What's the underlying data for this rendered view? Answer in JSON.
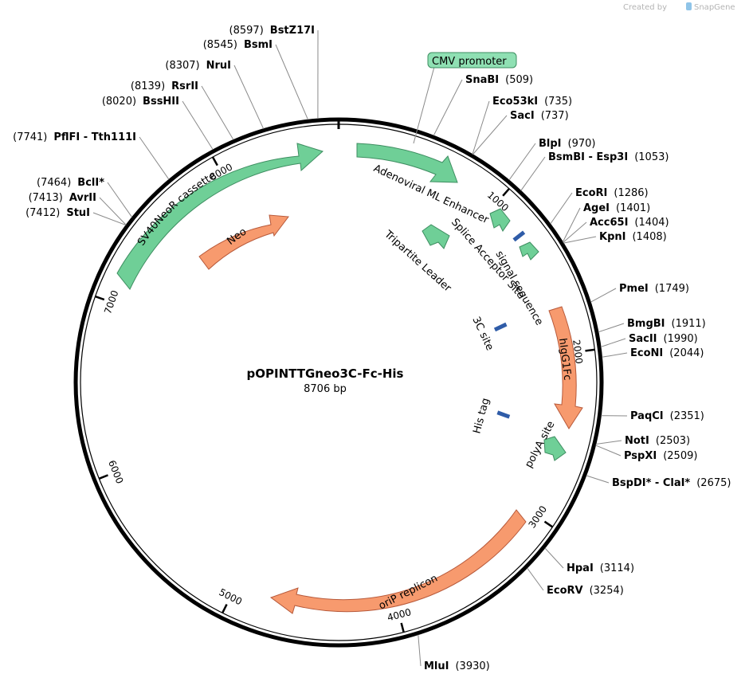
{
  "plasmid": {
    "name": "pOPINTTGneo3C-Fc-His",
    "length_label": "8706 bp",
    "length": 8706
  },
  "credit": {
    "prefix": "Created by",
    "brand": "SnapGene"
  },
  "colors": {
    "backbone": "#000000",
    "green_feature": "#6fcf97",
    "green_stroke": "#3e8e61",
    "orange_feature": "#f79a6e",
    "orange_stroke": "#b7593a",
    "blue_feature": "#2f5ca8",
    "label_line": "#8a8a8a"
  },
  "ticks": [
    {
      "pos": 1000,
      "label": "1000"
    },
    {
      "pos": 2000,
      "label": "2000"
    },
    {
      "pos": 3000,
      "label": "3000"
    },
    {
      "pos": 4000,
      "label": "4000"
    },
    {
      "pos": 5000,
      "label": "5000"
    },
    {
      "pos": 6000,
      "label": "6000"
    },
    {
      "pos": 7000,
      "label": "7000"
    },
    {
      "pos": 8000,
      "label": "8000"
    }
  ],
  "sites": [
    {
      "name": "BstZ17I",
      "pos_label": "(8597)",
      "pos": 8597,
      "side": "left"
    },
    {
      "name": "BsmI",
      "pos_label": "(8545)",
      "pos": 8545,
      "side": "left"
    },
    {
      "name": "NruI",
      "pos_label": "(8307)",
      "pos": 8307,
      "side": "left"
    },
    {
      "name": "RsrII",
      "pos_label": "(8139)",
      "pos": 8139,
      "side": "left"
    },
    {
      "name": "BssHII",
      "pos_label": "(8020)",
      "pos": 8020,
      "side": "left"
    },
    {
      "name": "PflFI - Tth111I",
      "pos_label": "(7741)",
      "pos": 7741,
      "side": "left"
    },
    {
      "name": "BclI*",
      "pos_label": "(7464)",
      "pos": 7464,
      "side": "left"
    },
    {
      "name": "AvrII",
      "pos_label": "(7413)",
      "pos": 7413,
      "side": "left"
    },
    {
      "name": "StuI",
      "pos_label": "(7412)",
      "pos": 7412,
      "side": "left"
    },
    {
      "name": "SnaBI",
      "pos_label": "(509)",
      "pos": 509,
      "side": "right"
    },
    {
      "name": "Eco53kI",
      "pos_label": "(735)",
      "pos": 735,
      "side": "right"
    },
    {
      "name": "SacI",
      "pos_label": "(737)",
      "pos": 737,
      "side": "right"
    },
    {
      "name": "BlpI",
      "pos_label": "(970)",
      "pos": 970,
      "side": "right"
    },
    {
      "name": "BsmBI - Esp3I",
      "pos_label": "(1053)",
      "pos": 1053,
      "side": "right"
    },
    {
      "name": "EcoRI",
      "pos_label": "(1286)",
      "pos": 1286,
      "side": "right"
    },
    {
      "name": "AgeI",
      "pos_label": "(1401)",
      "pos": 1401,
      "side": "right"
    },
    {
      "name": "Acc65I",
      "pos_label": "(1404)",
      "pos": 1404,
      "side": "right"
    },
    {
      "name": "KpnI",
      "pos_label": "(1408)",
      "pos": 1408,
      "side": "right"
    },
    {
      "name": "PmeI",
      "pos_label": "(1749)",
      "pos": 1749,
      "side": "right"
    },
    {
      "name": "BmgBI",
      "pos_label": "(1911)",
      "pos": 1911,
      "side": "right"
    },
    {
      "name": "SacII",
      "pos_label": "(1990)",
      "pos": 1990,
      "side": "right"
    },
    {
      "name": "EcoNI",
      "pos_label": "(2044)",
      "pos": 2044,
      "side": "right"
    },
    {
      "name": "PaqCI",
      "pos_label": "(2351)",
      "pos": 2351,
      "side": "right"
    },
    {
      "name": "NotI",
      "pos_label": "(2503)",
      "pos": 2503,
      "side": "right"
    },
    {
      "name": "PspXI",
      "pos_label": "(2509)",
      "pos": 2509,
      "side": "right"
    },
    {
      "name": "BspDI* - ClaI*",
      "pos_label": "(2675)",
      "pos": 2675,
      "side": "right"
    },
    {
      "name": "HpaI",
      "pos_label": "(3114)",
      "pos": 3114,
      "side": "right"
    },
    {
      "name": "EcoRV",
      "pos_label": "(3254)",
      "pos": 3254,
      "side": "right"
    },
    {
      "name": "MluI",
      "pos_label": "(3930)",
      "pos": 3930,
      "side": "right"
    }
  ],
  "features": [
    {
      "label": "CMV promoter",
      "type": "promoter",
      "color": "green"
    },
    {
      "label": "Adenoviral ML Enhancer",
      "type": "enhancer",
      "color": "green"
    },
    {
      "label": "Tripartite Leader",
      "type": "misc",
      "color": "green"
    },
    {
      "label": "Splice Acceptor Site",
      "type": "misc",
      "color": "green"
    },
    {
      "label": "signal sequence",
      "type": "sig_peptide",
      "color": "blue"
    },
    {
      "label": "3C site",
      "type": "misc",
      "color": "blue"
    },
    {
      "label": "hIgG1Fc",
      "type": "CDS",
      "color": "orange"
    },
    {
      "label": "His tag",
      "type": "misc",
      "color": "blue"
    },
    {
      "label": "polyA site",
      "type": "polyA",
      "color": "green"
    },
    {
      "label": "oriP replicon",
      "type": "rep_origin",
      "color": "orange"
    },
    {
      "label": "SV40NeoR cassette",
      "type": "misc",
      "color": "green"
    },
    {
      "label": "Neo",
      "type": "CDS",
      "color": "orange"
    }
  ]
}
